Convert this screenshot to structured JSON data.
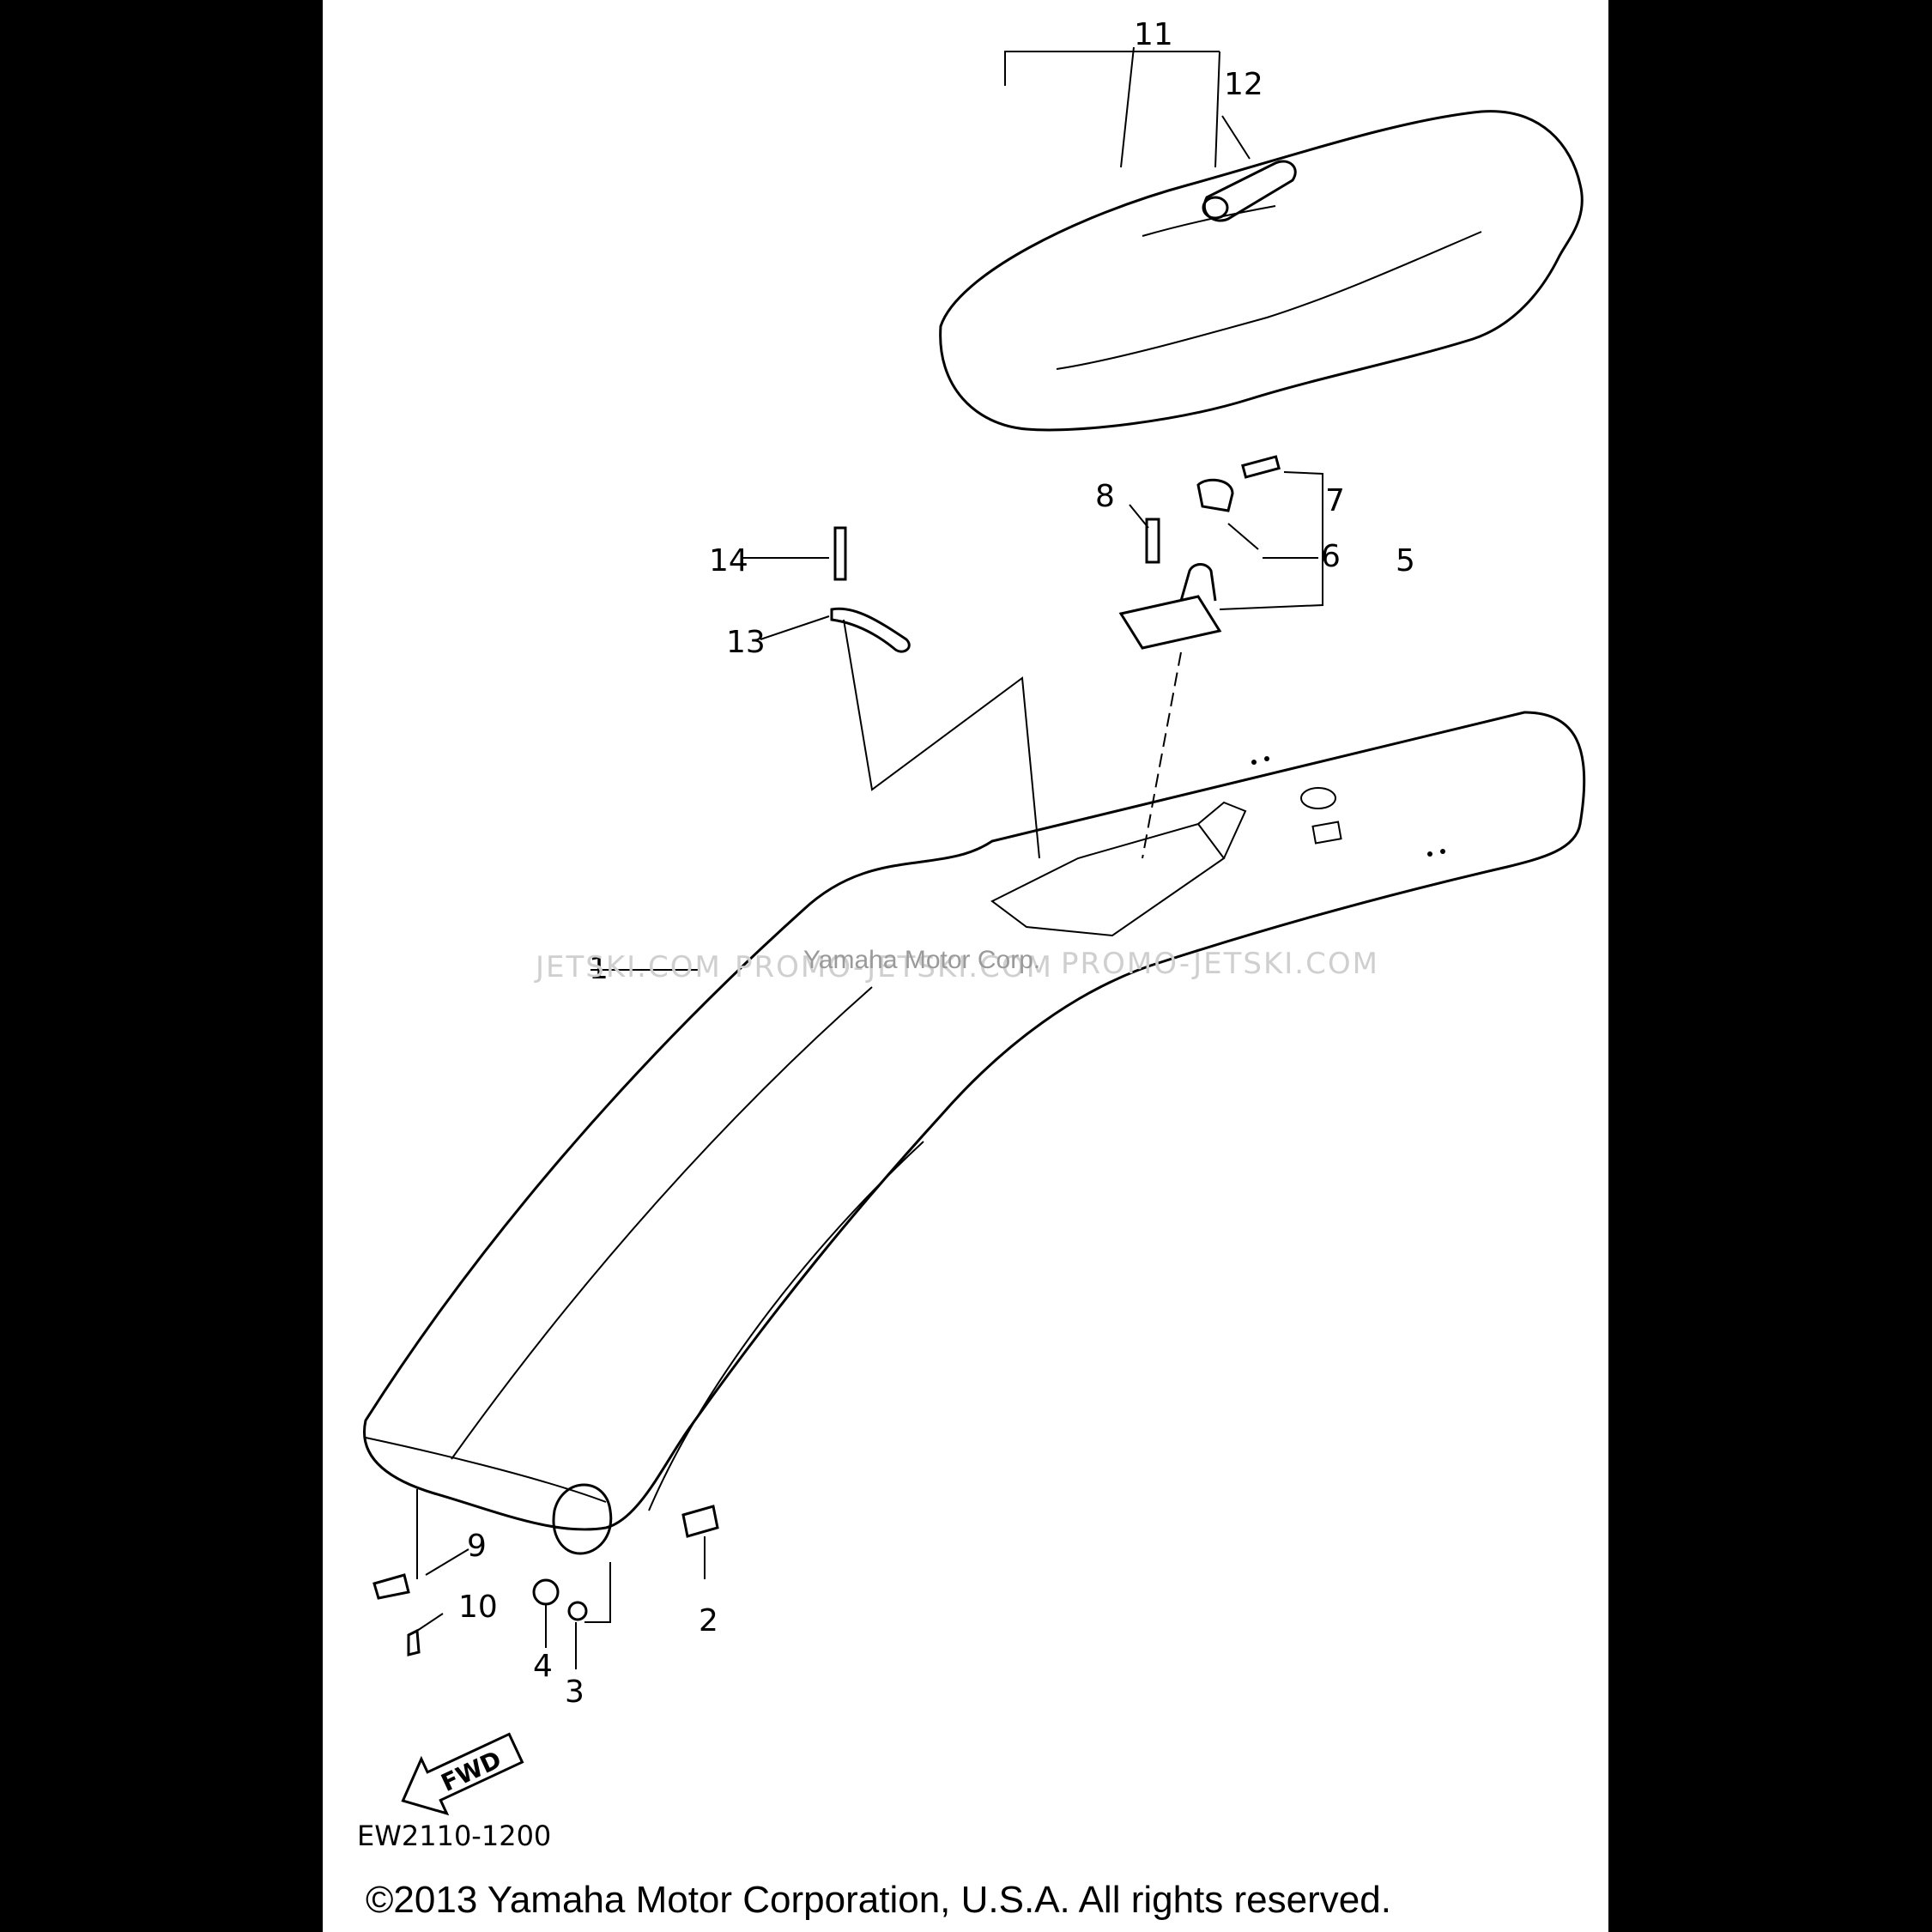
{
  "callouts": [
    "1",
    "2",
    "3",
    "4",
    "5",
    "6",
    "7",
    "8",
    "9",
    "10",
    "11",
    "12",
    "13",
    "14"
  ],
  "diagram_code": "EW2110-1200",
  "direction_label": "FWD",
  "copyright": "©2013 Yamaha Motor Corporation, U.S.A. All rights reserved.",
  "watermarks": [
    "JETSKI.COM",
    "PROMO-JETSKI.COM",
    "Yamaha Motor Corp.",
    "PROMO-JETSKI.COM"
  ],
  "colors": {
    "background": "#000000",
    "sheet": "#ffffff",
    "ink": "#000000"
  }
}
